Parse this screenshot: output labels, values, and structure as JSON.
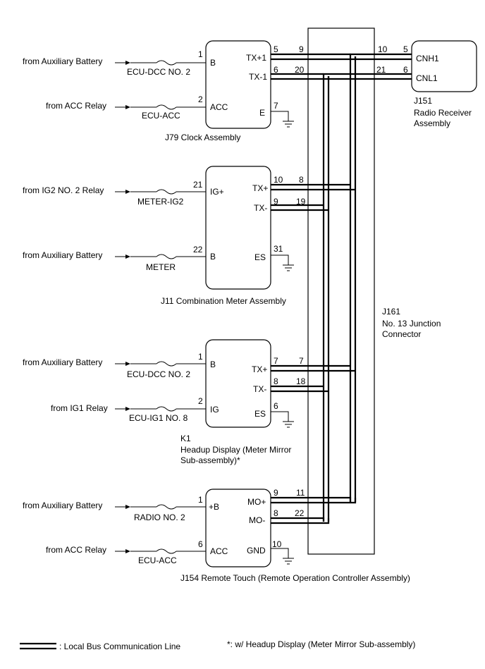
{
  "components": {
    "clock": {
      "label": "J79  Clock Assembly",
      "inputs": [
        {
          "source": "from Auxiliary Battery",
          "fuse": "ECU-DCC NO. 2",
          "pin": "1",
          "terminal": "B"
        },
        {
          "source": "from ACC Relay",
          "fuse": "ECU-ACC",
          "pin": "2",
          "terminal": "ACC"
        }
      ],
      "outputs": [
        {
          "terminal": "TX+1",
          "pin": "5",
          "junction_pin": "9"
        },
        {
          "terminal": "TX-1",
          "pin": "6",
          "junction_pin": "20"
        },
        {
          "terminal": "E",
          "pin": "7"
        }
      ]
    },
    "meter": {
      "label": "J11  Combination Meter Assembly",
      "inputs": [
        {
          "source": "from IG2 NO. 2 Relay",
          "fuse": "METER-IG2",
          "pin": "21",
          "terminal": "IG+"
        },
        {
          "source": "from Auxiliary Battery",
          "fuse": "METER",
          "pin": "22",
          "terminal": "B"
        }
      ],
      "outputs": [
        {
          "terminal": "TX+",
          "pin": "10",
          "junction_pin": "8"
        },
        {
          "terminal": "TX-",
          "pin": "9",
          "junction_pin": "19"
        },
        {
          "terminal": "ES",
          "pin": "31"
        }
      ]
    },
    "headup": {
      "label_id": "K1",
      "label_line1": "Headup Display (Meter Mirror",
      "label_line2": "Sub-assembly)*",
      "inputs": [
        {
          "source": "from Auxiliary Battery",
          "fuse": "ECU-DCC NO. 2",
          "pin": "1",
          "terminal": "B"
        },
        {
          "source": "from IG1 Relay",
          "fuse": "ECU-IG1 NO. 8",
          "pin": "2",
          "terminal": "IG"
        }
      ],
      "outputs": [
        {
          "terminal": "TX+",
          "pin": "7",
          "junction_pin": "7"
        },
        {
          "terminal": "TX-",
          "pin": "8",
          "junction_pin": "18"
        },
        {
          "terminal": "ES",
          "pin": "6"
        }
      ]
    },
    "remote": {
      "label": "J154  Remote Touch (Remote Operation Controller Assembly)",
      "inputs": [
        {
          "source": "from Auxiliary Battery",
          "fuse": "RADIO NO. 2",
          "pin": "1",
          "terminal": "+B"
        },
        {
          "source": "from ACC Relay",
          "fuse": "ECU-ACC",
          "pin": "6",
          "terminal": "ACC"
        }
      ],
      "outputs": [
        {
          "terminal": "MO+",
          "pin": "9",
          "junction_pin": "11"
        },
        {
          "terminal": "MO-",
          "pin": "8",
          "junction_pin": "22"
        },
        {
          "terminal": "GND",
          "pin": "10"
        }
      ]
    },
    "radio": {
      "label_id": "J151",
      "label_line1": "Radio Receiver",
      "label_line2": "Assembly",
      "pins": [
        {
          "terminal": "CNH1",
          "pin": "5",
          "junction_pin": "10"
        },
        {
          "terminal": "CNL1",
          "pin": "6",
          "junction_pin": "21"
        }
      ]
    },
    "junction": {
      "label_id": "J161",
      "label_line1": "No. 13 Junction",
      "label_line2": "Connector"
    }
  },
  "legend": {
    "bus_label": ": Local Bus Communication Line",
    "footnote": "*: w/ Headup Display (Meter Mirror Sub-assembly)"
  }
}
